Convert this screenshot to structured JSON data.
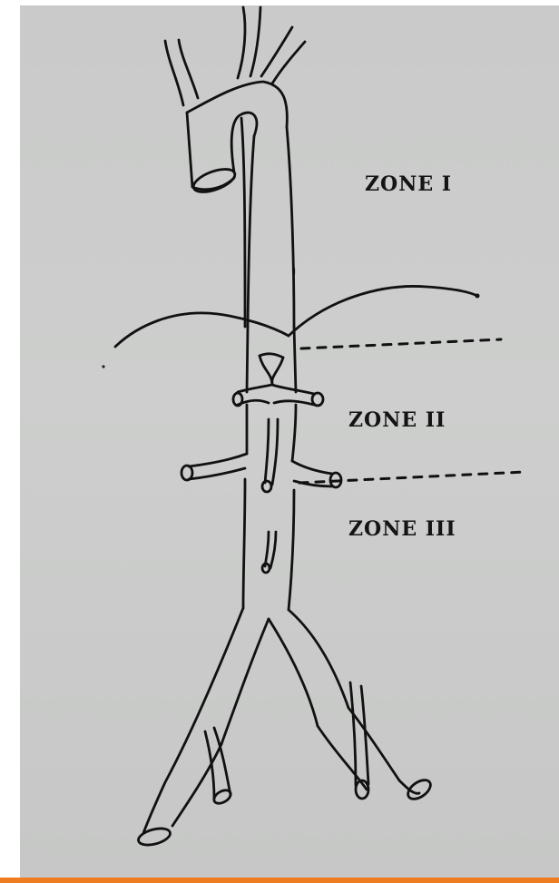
{
  "zones": {
    "zone1_label": "ZONE I",
    "zone2_label": "ZONE II",
    "zone3_label": "ZONE III"
  },
  "colors": {
    "paper": "#cacbca",
    "ink": "#111111",
    "accent_bar": "#ee7d22"
  }
}
